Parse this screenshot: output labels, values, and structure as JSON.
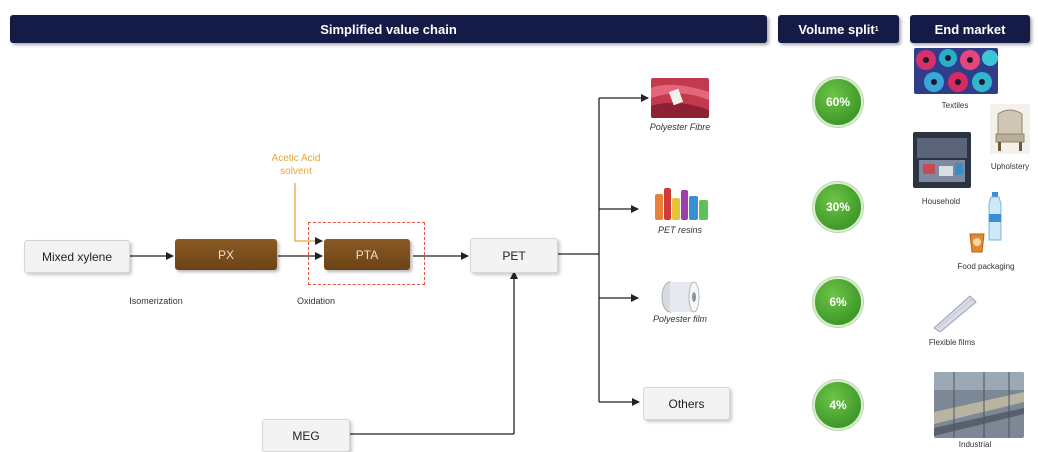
{
  "headers": {
    "value_chain": "Simplified value chain",
    "volume_split": "Volume split",
    "volume_split_sup": "1",
    "end_market": "End market"
  },
  "nodes": {
    "mixed_xylene": "Mixed xylene",
    "px": "PX",
    "pta": "PTA",
    "pet": "PET",
    "meg": "MEG",
    "others": "Others"
  },
  "process_labels": {
    "isomerization": "Isomerization",
    "oxidation": "Oxidation",
    "acetic_acid": "Acetic Acid solvent"
  },
  "products": [
    {
      "label": "Polyester Fibre",
      "volume": "60%"
    },
    {
      "label": "PET resins",
      "volume": "30%"
    },
    {
      "label": "Polyester film",
      "volume": "6%"
    },
    {
      "label": "",
      "volume": "4%"
    }
  ],
  "end_market": {
    "textiles": "Textiles",
    "upholstery": "Upholstery",
    "household": "Household",
    "food_packaging": "Food packaging",
    "flexible_films": "Flexible films",
    "industrial": "Industrial"
  },
  "colors": {
    "header_bg": "#141b46",
    "brown_box": "#7a4d1c",
    "circle_green": "#4caf31",
    "dashed_highlight": "#e8573f",
    "acetic_acid_text": "#e8a53a"
  }
}
